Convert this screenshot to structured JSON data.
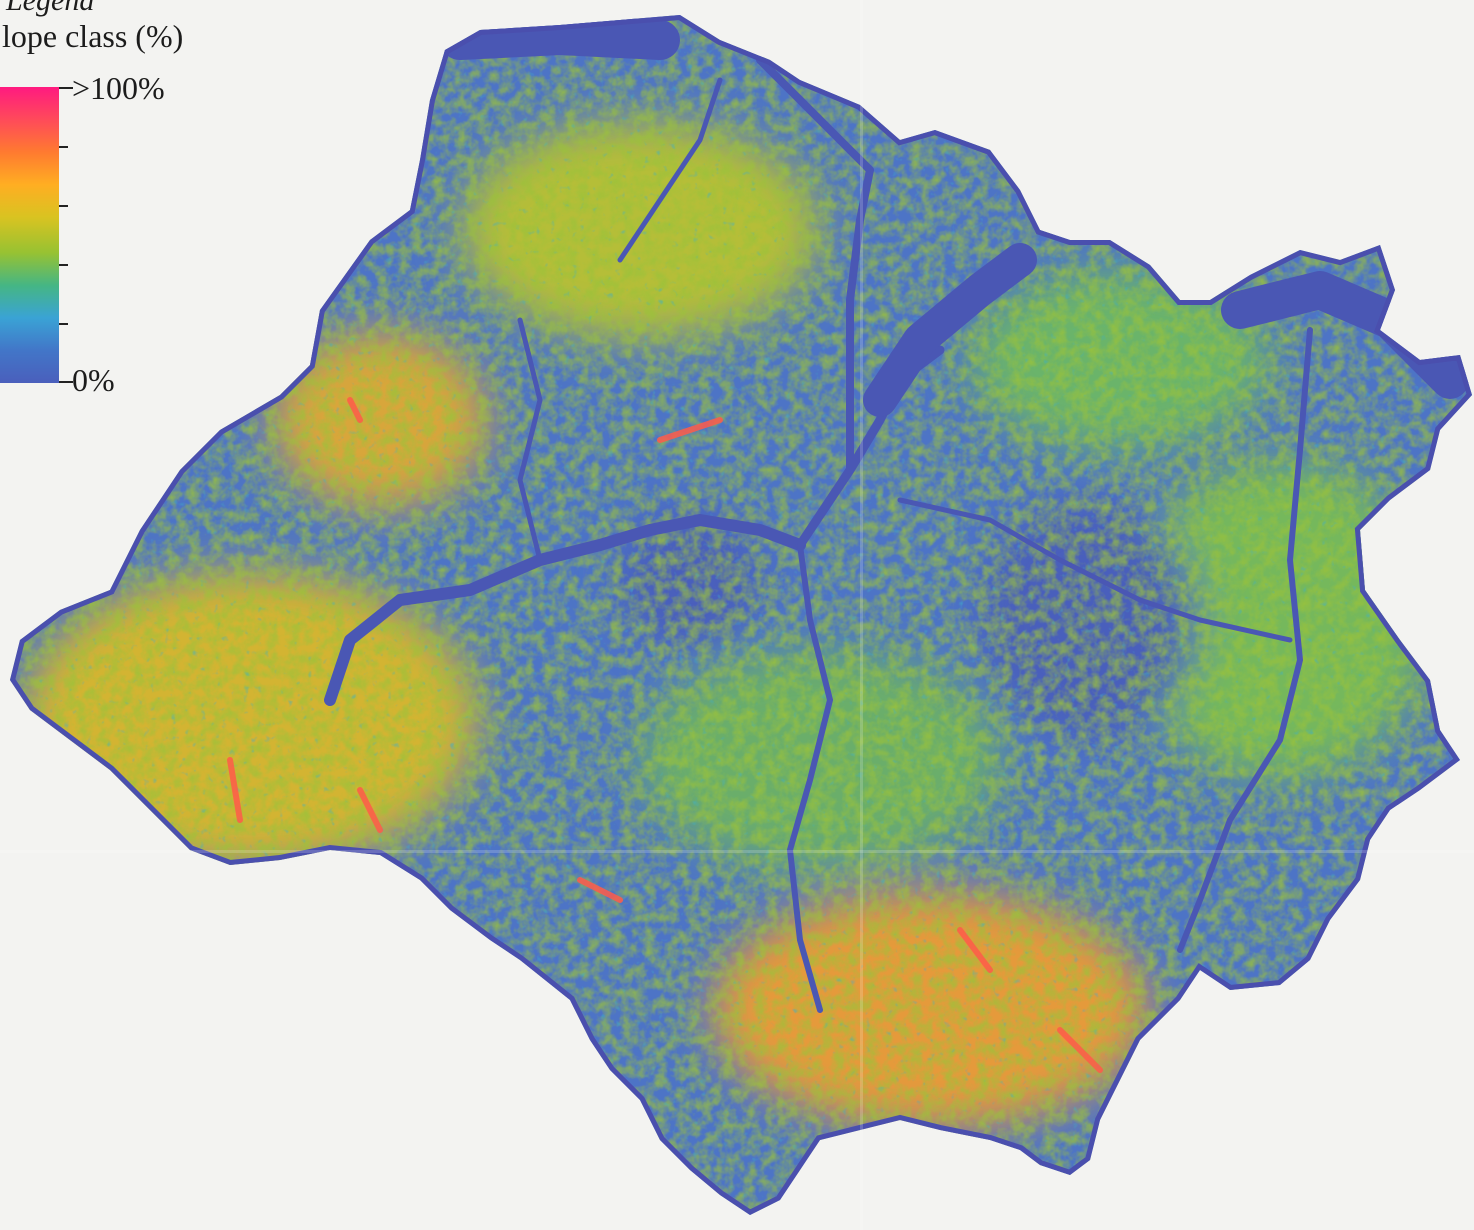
{
  "legend": {
    "heading": "Legend",
    "subtitle": "lope class (%)",
    "max_label": ">100%",
    "min_label": "0%",
    "scale_min": 0,
    "scale_max": 100,
    "colors": [
      "#4a5fbc",
      "#4276c8",
      "#3aa3d5",
      "#45b684",
      "#97c232",
      "#d9c321",
      "#ffae22",
      "#ff7a30",
      "#ff4a5a",
      "#ff1a80"
    ]
  },
  "map": {
    "background_color": "#f3f3f1",
    "low_slope_color": "#4a5fbc",
    "high_slope_color": "#ff4a5a"
  }
}
